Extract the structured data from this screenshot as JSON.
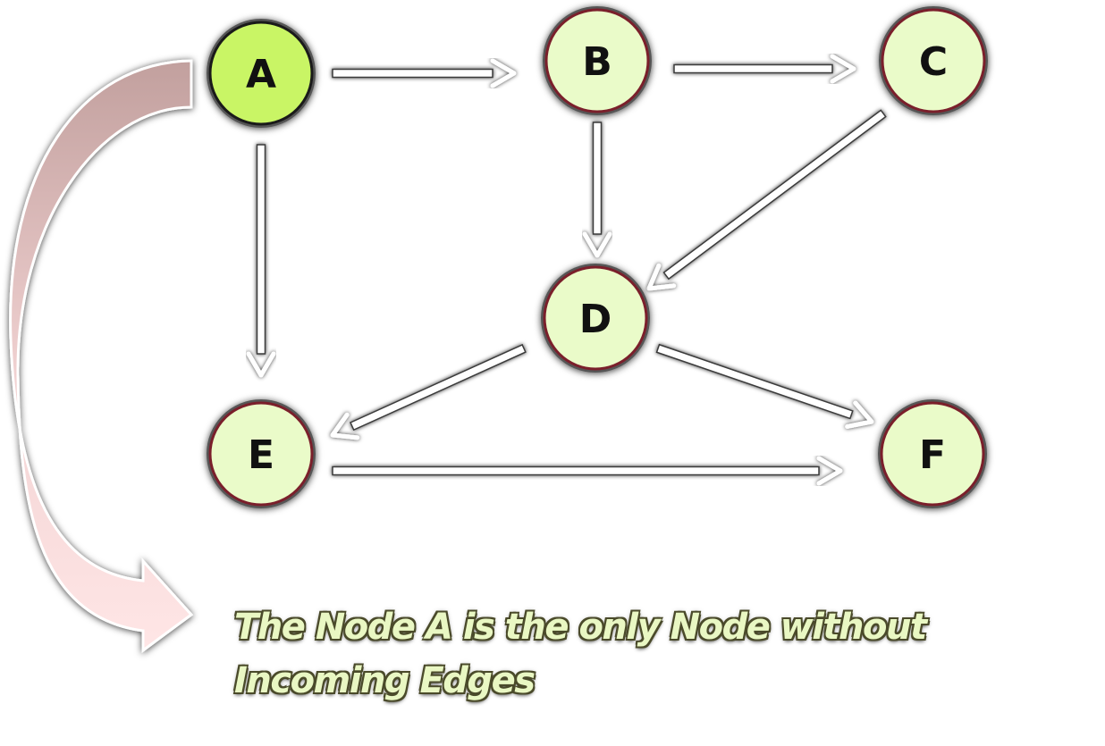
{
  "nodes": [
    {
      "id": "A",
      "label": "A",
      "fill": "#c9f565",
      "stroke": "#1a1a1a"
    },
    {
      "id": "B",
      "label": "B",
      "fill": "#eafbc9",
      "stroke": "#7a1f2b"
    },
    {
      "id": "C",
      "label": "C",
      "fill": "#eafbc9",
      "stroke": "#7a1f2b"
    },
    {
      "id": "D",
      "label": "D",
      "fill": "#eafbc9",
      "stroke": "#7a1f2b"
    },
    {
      "id": "E",
      "label": "E",
      "fill": "#eafbc9",
      "stroke": "#7a1f2b"
    },
    {
      "id": "F",
      "label": "F",
      "fill": "#eafbc9",
      "stroke": "#7a1f2b"
    }
  ],
  "edges": [
    {
      "from": "A",
      "to": "B"
    },
    {
      "from": "B",
      "to": "C"
    },
    {
      "from": "A",
      "to": "E"
    },
    {
      "from": "B",
      "to": "D"
    },
    {
      "from": "C",
      "to": "D"
    },
    {
      "from": "D",
      "to": "E"
    },
    {
      "from": "D",
      "to": "F"
    },
    {
      "from": "E",
      "to": "F"
    }
  ],
  "caption": {
    "line1": "The Node A is the only Node without",
    "line2": "Incoming Edges"
  },
  "colors": {
    "source_node": "#c9f565",
    "node": "#eafbc9",
    "node_border": "#7a1f2b",
    "edge": "#ffffff",
    "callout_top": "#c9aaa8",
    "callout_bottom": "#ffe3e3",
    "caption_text": "#e9f7c3"
  }
}
